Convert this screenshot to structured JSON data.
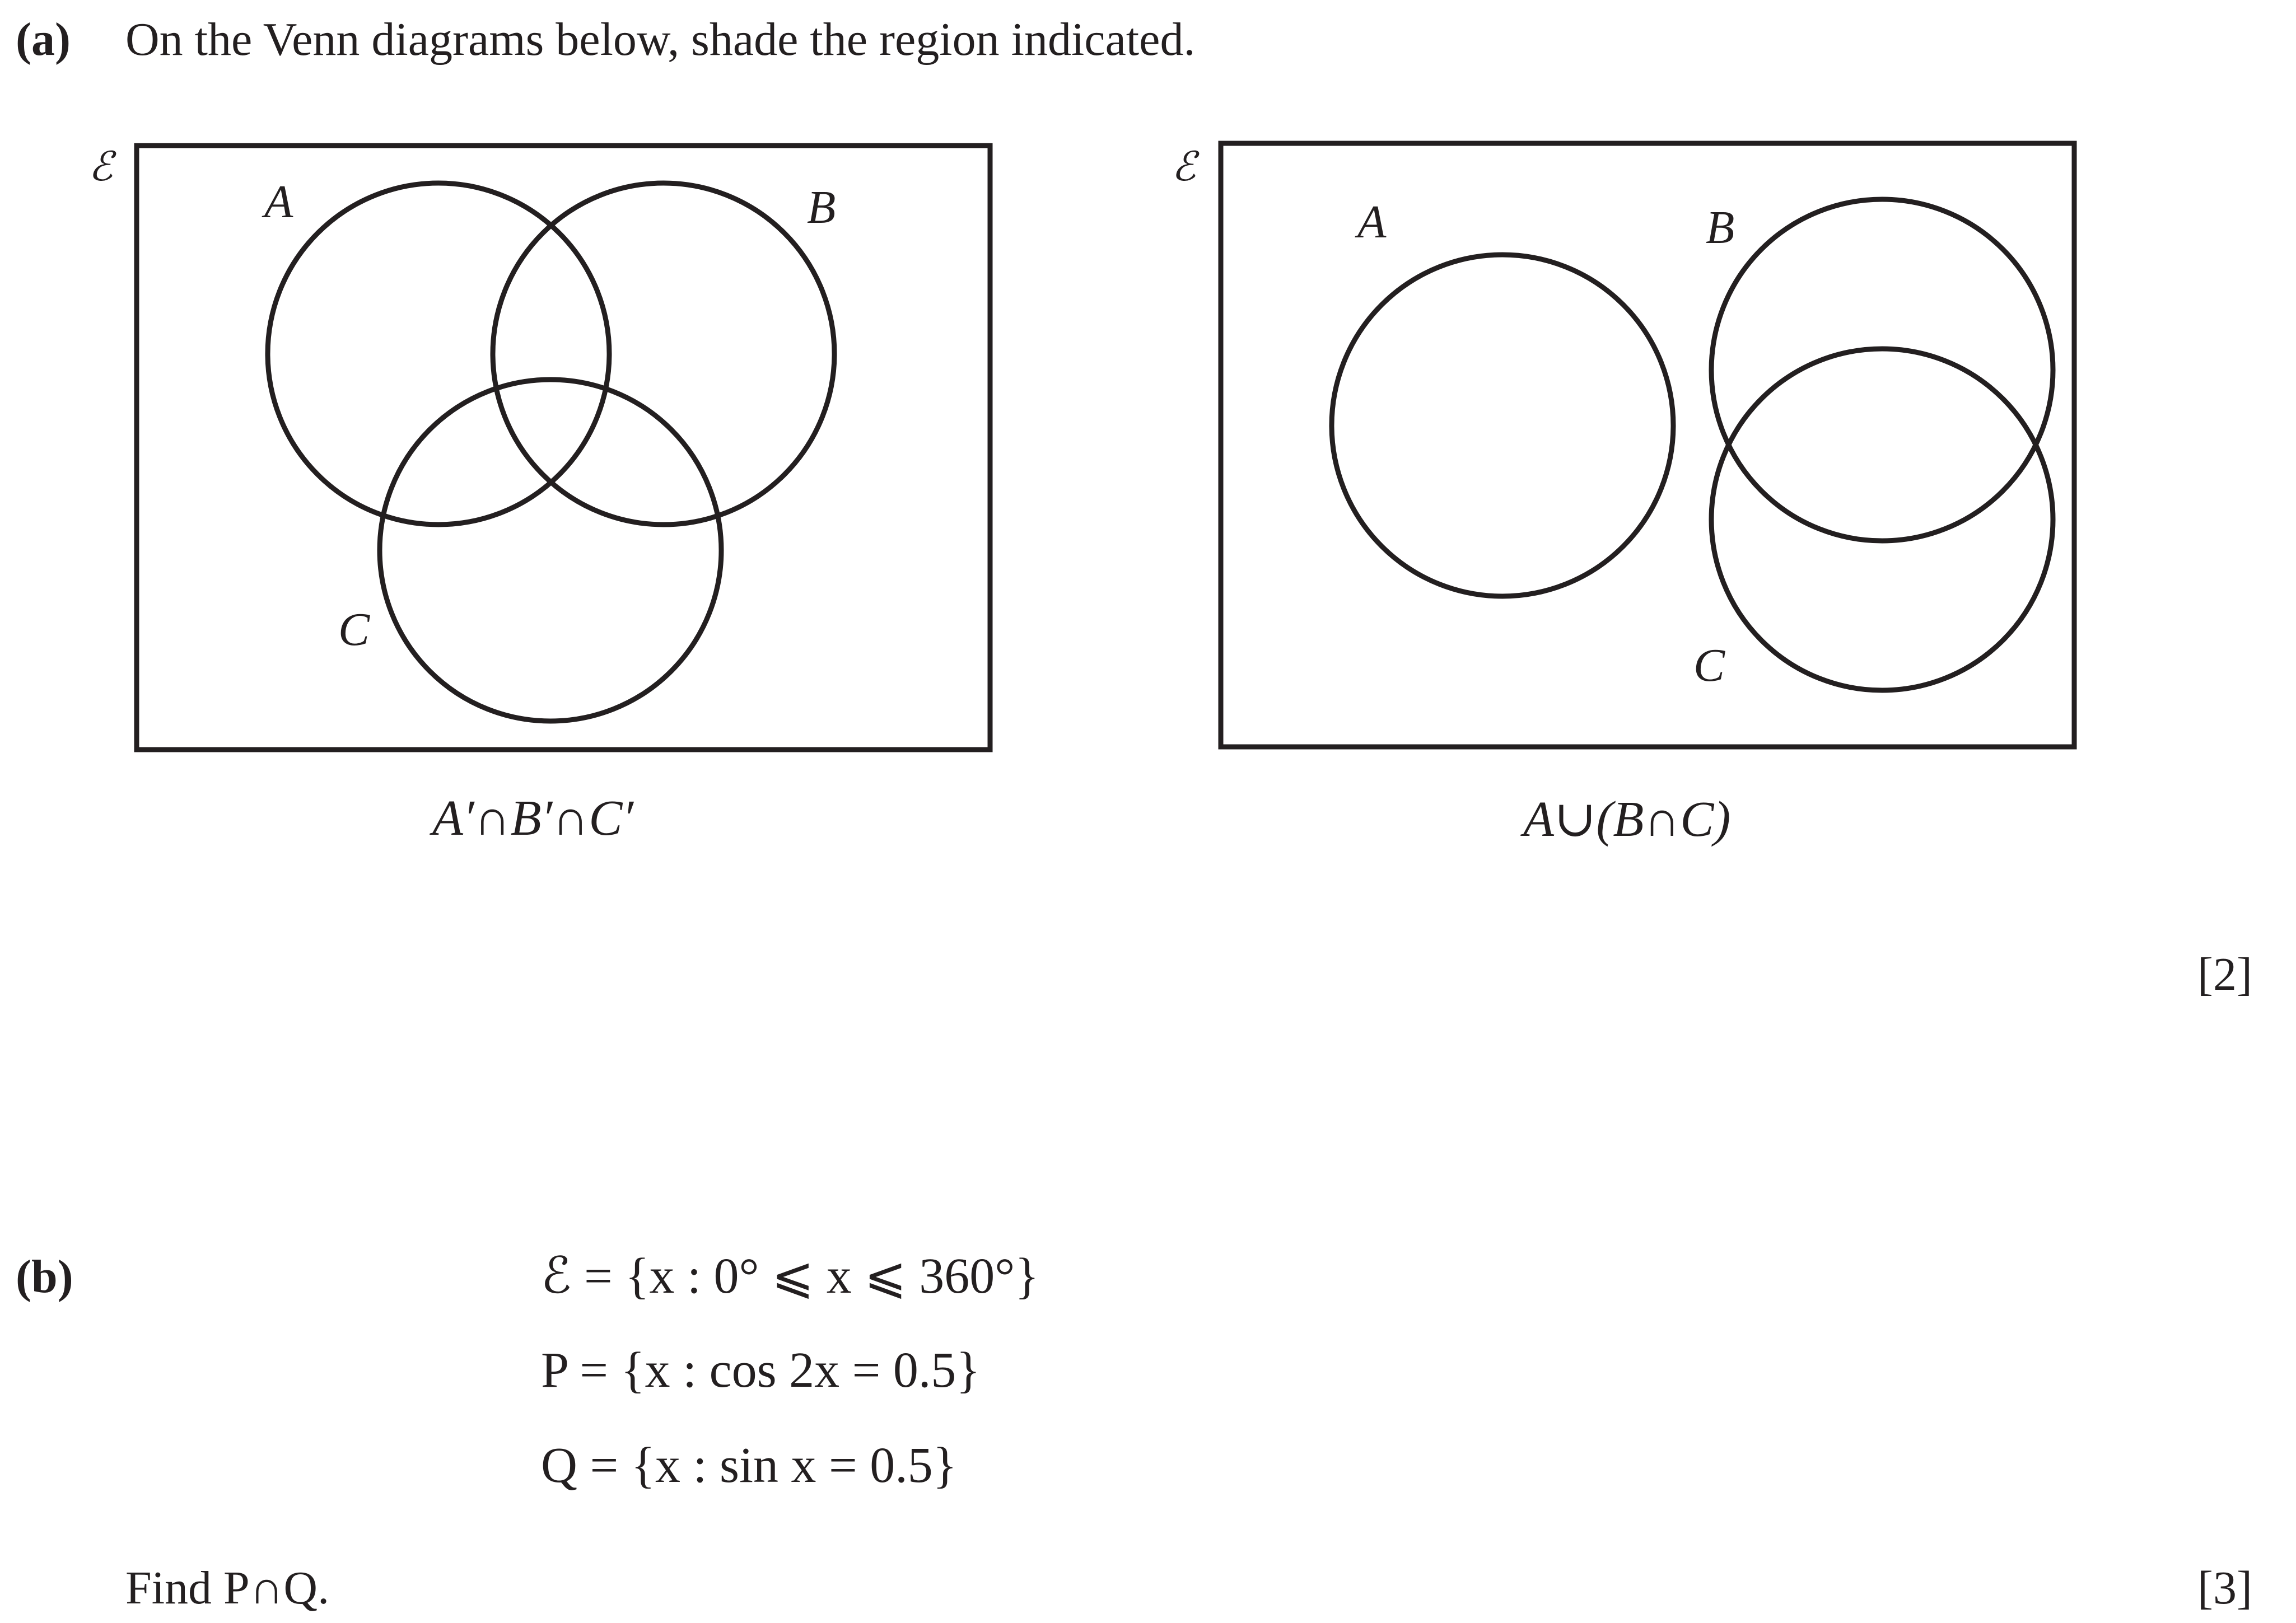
{
  "part_a": {
    "label": "(a)",
    "instruction": "On the Venn diagrams below, shade the region indicated.",
    "universal_symbol": "ℰ",
    "diagram1": {
      "set_labels": [
        "A",
        "B",
        "C"
      ],
      "caption": "A′∩B′∩C′"
    },
    "diagram2": {
      "set_labels": [
        "A",
        "B",
        "C"
      ],
      "caption": "A∪(B∩C)"
    },
    "marks": "[2]"
  },
  "part_b": {
    "label": "(b)",
    "equations": [
      "ℰ = {x : 0° ⩽ x ⩽ 360°}",
      "P = {x : cos 2x = 0.5}",
      "Q = {x : sin x = 0.5}"
    ],
    "question": "Find P∩Q.",
    "marks": "[3]"
  }
}
